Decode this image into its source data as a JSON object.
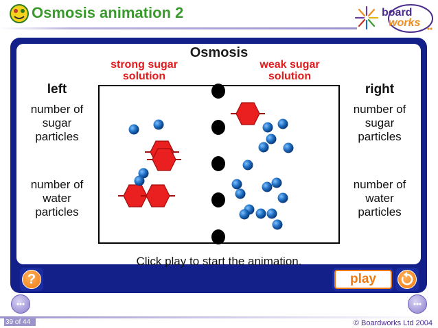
{
  "header": {
    "title": "Osmosis animation 2",
    "logo_line1": "board",
    "logo_line2": "works"
  },
  "main": {
    "title": "Osmosis",
    "strong_label_line1": "strong sugar",
    "strong_label_line2": "solution",
    "weak_label_line1": "weak sugar",
    "weak_label_line2": "solution",
    "left": {
      "heading": "left",
      "sugar_line1": "number of",
      "sugar_line2": "sugar",
      "sugar_line3": "particles",
      "water_line1": "number of",
      "water_line2": "water",
      "water_line3": "particles"
    },
    "right": {
      "heading": "right",
      "sugar_line1": "number of",
      "sugar_line2": "sugar",
      "sugar_line3": "particles",
      "water_line1": "number of",
      "water_line2": "water",
      "water_line3": "particles"
    },
    "instruction": "Click play to start the animation."
  },
  "controls": {
    "help_label": "?",
    "play_label": "play"
  },
  "footer": {
    "page": "39 of 44",
    "copyright": "© Boardworks Ltd 2004"
  },
  "colors": {
    "title_green": "#3a9a2e",
    "frame_blue": "#13208a",
    "button_orange": "#f07a10",
    "sugar_red": "#e01b1b",
    "water_blue": "#1f6fc2"
  }
}
